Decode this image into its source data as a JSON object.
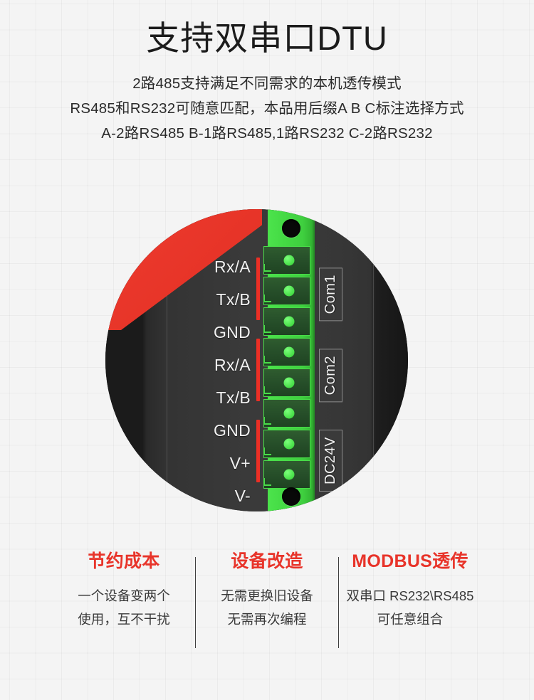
{
  "header": {
    "title": "支持双串口DTU",
    "subtitles": [
      "2路485支持满足不同需求的本机透传模式",
      "RS485和RS232可随意匹配，本品用后缀A B C标注选择方式",
      "A-2路RS485  B-1路RS485,1路RS232  C-2路RS232"
    ]
  },
  "product": {
    "pin_labels": [
      "Rx/A",
      "Tx/B",
      "GND",
      "Rx/A",
      "Tx/B",
      "GND",
      "V+",
      "V-"
    ],
    "port_labels": [
      "Com1",
      "Com2",
      "DC24V"
    ],
    "terminal_count": 8,
    "colors": {
      "accent_red": "#ee3124",
      "terminal_green": "#44da44",
      "body_dark": "#373737"
    }
  },
  "features": [
    {
      "title": "节约成本",
      "lines": [
        "一个设备变两个",
        "使用，互不干扰"
      ]
    },
    {
      "title": "设备改造",
      "lines": [
        "无需更换旧设备",
        "无需再次编程"
      ]
    },
    {
      "title": "MODBUS透传",
      "lines": [
        "双串口 RS232\\RS485",
        "可任意组合"
      ]
    }
  ],
  "theme": {
    "background": "#f4f4f4",
    "heading_red": "#e8342a",
    "text_dark": "#2b2b2b"
  }
}
